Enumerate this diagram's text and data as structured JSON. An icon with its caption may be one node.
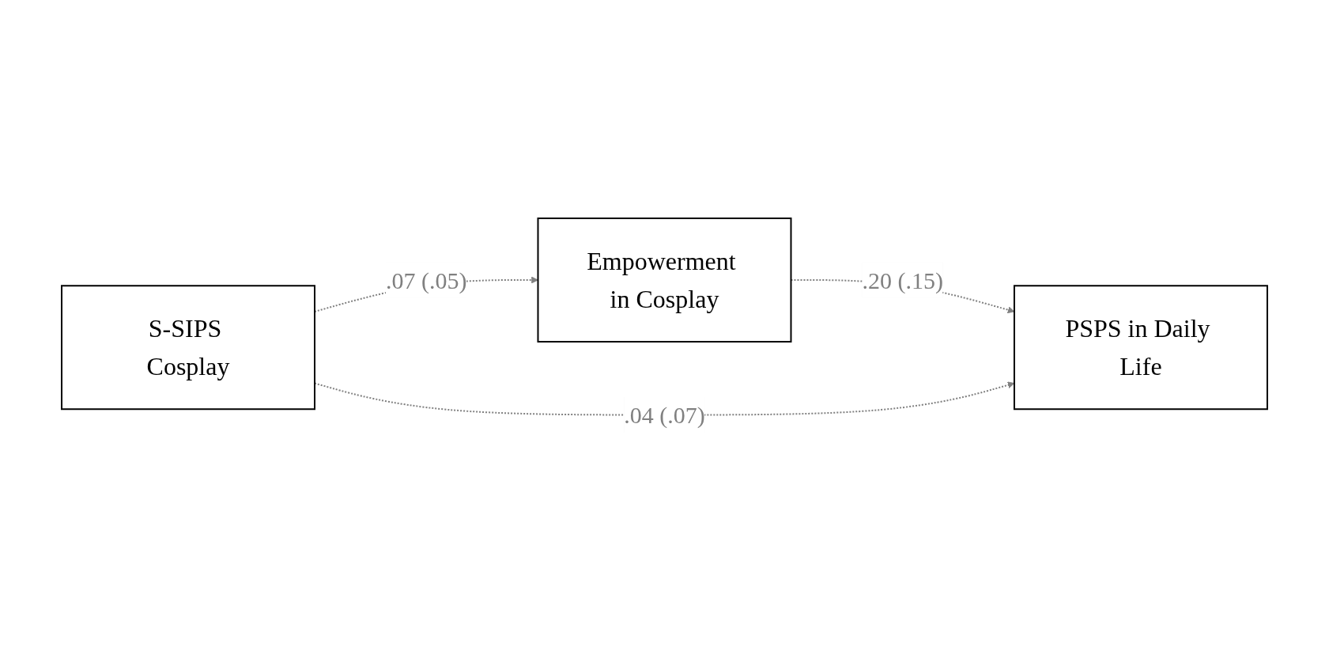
{
  "diagram": {
    "nodes": [
      {
        "text": [
          "Empowerment in Cosplay"
        ]
      },
      {
        "text": [
          "S-SIPS Cosplay"
        ]
      },
      {
        "text": [
          "PSPS in Daily Life"
        ]
      }
    ],
    "edges": [
      {
        "from": 1,
        "to": 0,
        "arrow": "to",
        "label": ".07 (.05)",
        "style": "dashed"
      },
      {
        "from": 0,
        "to": 2,
        "arrow": "to",
        "label": ".20 (.15)",
        "style": "dashed"
      },
      {
        "from": 1,
        "to": 2,
        "arrow": "to",
        "label": ".04 (.07)",
        "style": "dashed"
      }
    ]
  }
}
